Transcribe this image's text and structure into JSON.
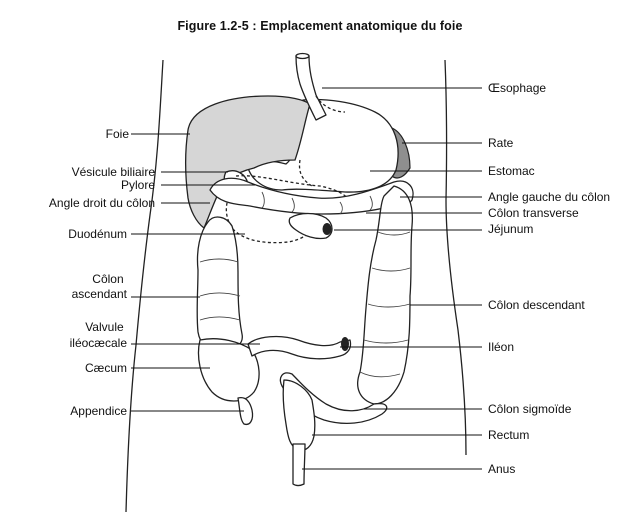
{
  "title": "Figure 1.2-5 : Emplacement anatomique du foie",
  "labels_left": [
    {
      "id": "foie",
      "lines": [
        "Foie"
      ]
    },
    {
      "id": "vesicule",
      "lines": [
        "Vésicule biliaire"
      ]
    },
    {
      "id": "pylore",
      "lines": [
        "Pylore"
      ]
    },
    {
      "id": "angle-droit",
      "lines": [
        "Angle droit du côlon"
      ]
    },
    {
      "id": "duodenum",
      "lines": [
        "Duodénum"
      ]
    },
    {
      "id": "colon-ascendant",
      "lines": [
        "Côlon",
        "ascendant"
      ]
    },
    {
      "id": "valvule",
      "lines": [
        "Valvule",
        "iléocæcale"
      ]
    },
    {
      "id": "caecum",
      "lines": [
        "Cæcum"
      ]
    },
    {
      "id": "appendice",
      "lines": [
        "Appendice"
      ]
    }
  ],
  "labels_right": [
    {
      "id": "oesophage",
      "lines": [
        "Œsophage"
      ]
    },
    {
      "id": "rate",
      "lines": [
        "Rate"
      ]
    },
    {
      "id": "estomac",
      "lines": [
        "Estomac"
      ]
    },
    {
      "id": "angle-gauche",
      "lines": [
        "Angle gauche du côlon"
      ]
    },
    {
      "id": "colon-transverse",
      "lines": [
        "Côlon transverse"
      ]
    },
    {
      "id": "jejunum",
      "lines": [
        "Jéjunum"
      ]
    },
    {
      "id": "colon-descendant",
      "lines": [
        "Côlon descendant"
      ]
    },
    {
      "id": "ileon",
      "lines": [
        "Iléon"
      ]
    },
    {
      "id": "colon-sigmoide",
      "lines": [
        "Côlon sigmoïde"
      ]
    },
    {
      "id": "rectum",
      "lines": [
        "Rectum"
      ]
    },
    {
      "id": "anus",
      "lines": [
        "Anus"
      ]
    }
  ]
}
